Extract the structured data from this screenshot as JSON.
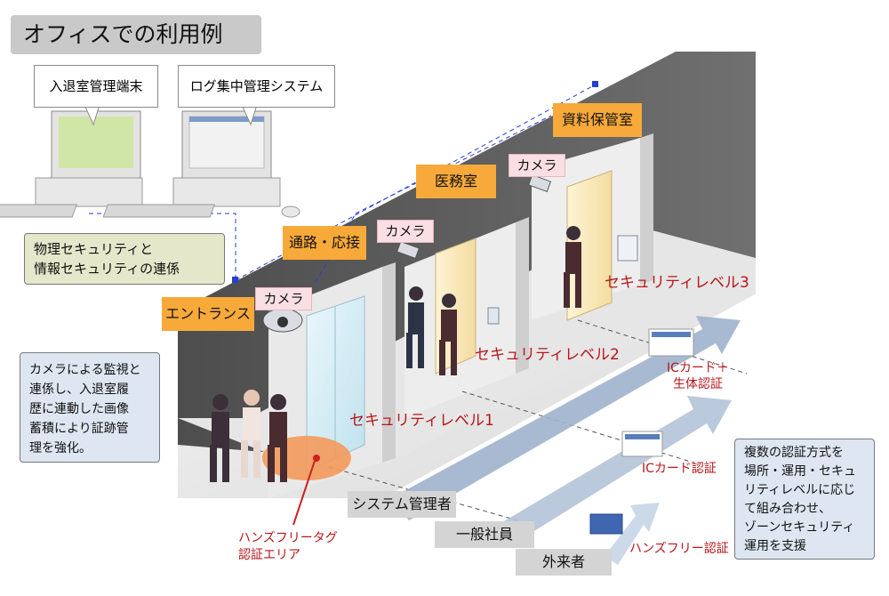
{
  "title": "オフィスでの利用例",
  "terminals": {
    "entry_terminal": "入退室管理端末",
    "log_system": "ログ集中管理システム"
  },
  "physical_info_note": [
    "物理セキュリティと",
    "情報セキュリティの連係"
  ],
  "camera_note": [
    "カメラによる監視と",
    "連係し、入退室履",
    "歴に連動した画像",
    "蓄積により証跡管",
    "理を強化。"
  ],
  "auth_note": [
    "複数の認証方式を",
    "場所・運用・セキュ",
    "リティレベルに応じ",
    "て組み合わせ、",
    "ゾーンセキュリティ",
    "運用を支援"
  ],
  "rooms": {
    "entrance": "エントランス",
    "passage": "通路・応接",
    "medical": "医務室",
    "archive": "資料保管室"
  },
  "camera_label": "カメラ",
  "security_levels": {
    "level1": "セキュリティレベル1",
    "level2": "セキュリティレベル2",
    "level3": "セキュリティレベル3"
  },
  "user_types": {
    "admin": "システム管理者",
    "employee": "一般社員",
    "visitor": "外来者"
  },
  "auth_methods": {
    "ic_bio": [
      "ICカード＋",
      "生体認証"
    ],
    "ic": "ICカード認証",
    "handsfree": "ハンズフリー認証"
  },
  "handsfree_area": [
    "ハンズフリータグ",
    "認証エリア"
  ],
  "colors": {
    "orange_label": "#f7a93a",
    "camera_label_bg": "#f9dfe4",
    "security_red": "#b8161b",
    "note_green": "#e4e7c9",
    "note_blue": "#dde6f1",
    "arrow_blue": "#9fb2cc",
    "wall_dark": "#5a5a5a"
  }
}
